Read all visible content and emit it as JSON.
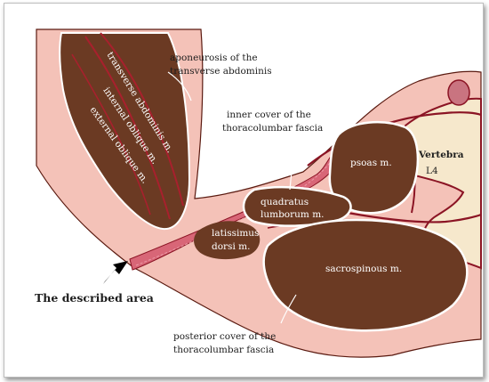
{
  "labels": {
    "aponeurosis_line1": "aponeurosis of the",
    "aponeurosis_line2": "transverse abdominis",
    "inner_cover_line1": "inner cover of the",
    "inner_cover_line2": "thoracolumbar fascia",
    "posterior_cover_line1": "posterior cover of the",
    "posterior_cover_line2": "thoracolumbar fascia",
    "described_area": "The described area",
    "transverse_abdominis": "transverse abdominis m.",
    "internal_oblique": "internal oblique m.",
    "external_oblique": "external oblique m.",
    "psoas": "psoas m.",
    "vertebra": "Vertebra",
    "vertebra_level": "L4",
    "quadratus_line1": "quadratus",
    "quadratus_line2": "lumborum m.",
    "latissimus_line1": "latissimus",
    "latissimus_line2": "dorsi m.",
    "sacrospinous": "sacrospinous m."
  },
  "colors": {
    "skin": "#f4c2b8",
    "muscle": "#6b3a23",
    "fascia": "#d86677",
    "vertebra": "#f6e8cc",
    "dark_red_line": "#8b1424",
    "arrow": "#000000"
  }
}
